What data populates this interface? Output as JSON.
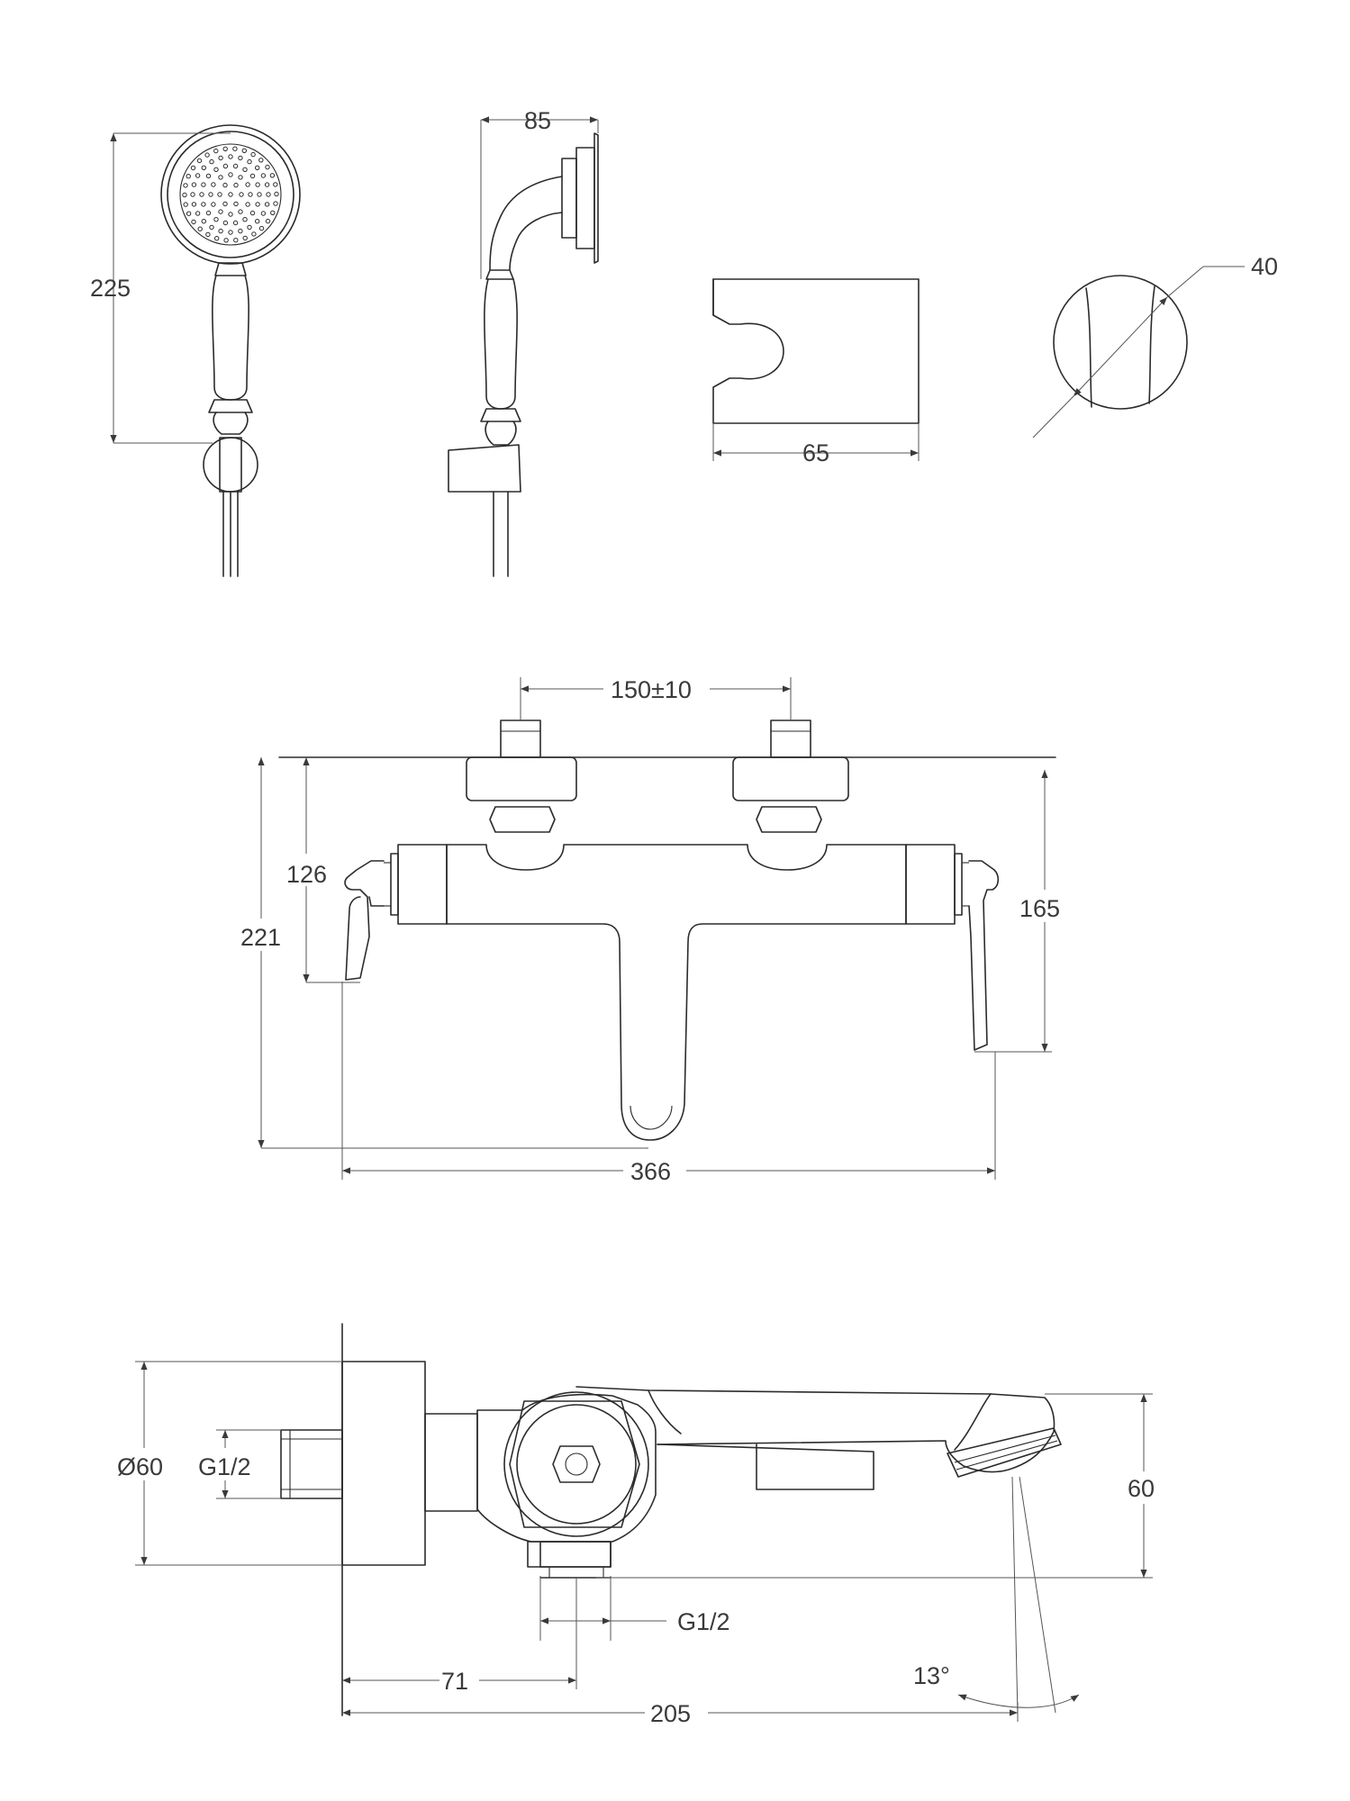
{
  "dimensions": {
    "hand_shower_height": "225",
    "hand_shower_depth": "85",
    "holder_width": "65",
    "hose_diameter": "40",
    "inlet_spacing": "150±10",
    "front_height_upper": "126",
    "front_height_total": "221",
    "lever_height": "165",
    "overall_width": "366",
    "flange_diameter": "Ø60",
    "inlet_thread": "G1/2",
    "outlet_height": "60",
    "outlet_thread": "G1/2",
    "spout_angle": "13°",
    "wall_to_inlet": "71",
    "overall_depth": "205"
  },
  "colors": {
    "line": "#2b2b2b",
    "background": "#ffffff"
  }
}
